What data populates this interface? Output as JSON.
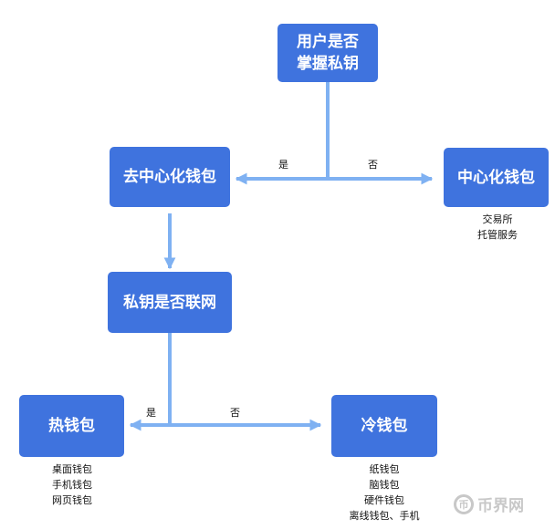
{
  "nodes": {
    "root": "用户是否\n掌握私钥",
    "decentralized": "去中心化钱包",
    "centralized": "中心化钱包",
    "online": "私钥是否联网",
    "hot": "热钱包",
    "cold": "冷钱包"
  },
  "edge_labels": {
    "yes_1": "是",
    "no_1": "否",
    "yes_2": "是",
    "no_2": "否"
  },
  "notes": {
    "centralized": [
      "交易所",
      "托管服务"
    ],
    "hot": [
      "桌面钱包",
      "手机钱包",
      "网页钱包"
    ],
    "cold": [
      "纸钱包",
      "脑钱包",
      "硬件钱包",
      "离线钱包、手机"
    ]
  },
  "watermark": {
    "logo": "币",
    "text": "币界网"
  },
  "colors": {
    "node_fill": "#3f73de",
    "edge": "#7fb1f2",
    "text": "#111111"
  }
}
